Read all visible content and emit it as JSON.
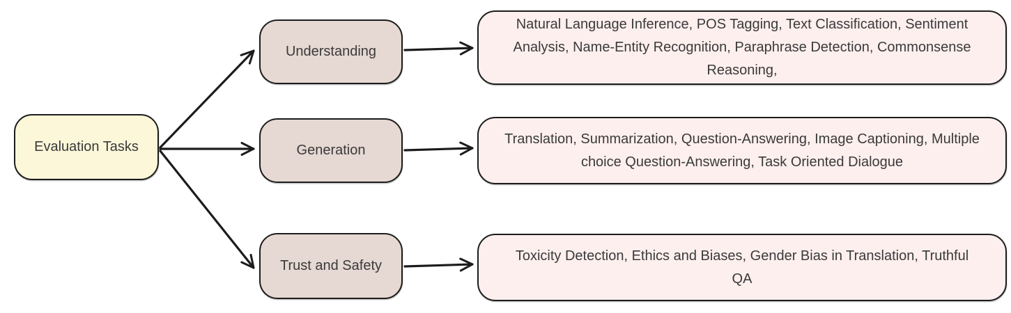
{
  "diagram": {
    "root": {
      "label": "Evaluation Tasks"
    },
    "branches": [
      {
        "label": "Understanding",
        "tasks": "Natural Language Inference, POS Tagging, Text Classification, Sentiment Analysis, Name-Entity Recognition, Paraphrase Detection, Commonsense Reasoning,"
      },
      {
        "label": "Generation",
        "tasks": "Translation, Summarization, Question-Answering, Image Captioning, Multiple choice Question-Answering, Task Oriented Dialogue"
      },
      {
        "label": "Trust and Safety",
        "tasks": "Toxicity Detection, Ethics and Biases, Gender Bias in Translation, Truthful QA"
      }
    ],
    "colors": {
      "root_fill": "#fcf7d9",
      "category_fill": "#e6d8d2",
      "tasks_fill": "#fdefee",
      "stroke": "#1c1c1c",
      "text": "#3a3a3a"
    }
  }
}
